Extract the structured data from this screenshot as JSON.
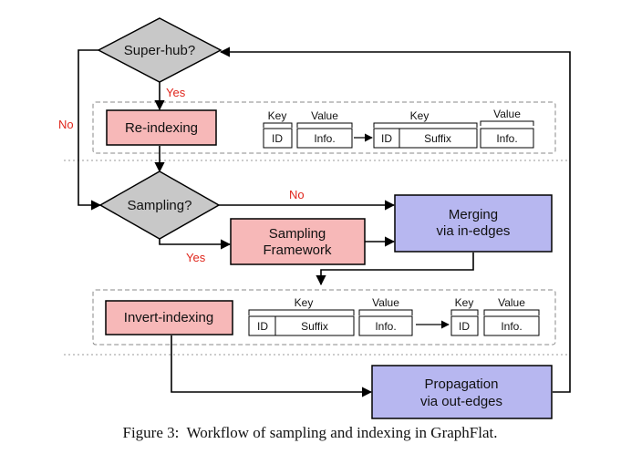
{
  "nodes": {
    "super_hub": "Super-hub?",
    "re_indexing": "Re-indexing",
    "sampling_decision": "Sampling?",
    "sampling_framework_line1": "Sampling",
    "sampling_framework_line2": "Framework",
    "merging_line1": "Merging",
    "merging_line2": "via in-edges",
    "invert_indexing": "Invert-indexing",
    "propagation_line1": "Propagation",
    "propagation_line2": "via out-edges"
  },
  "edge_labels": {
    "super_hub_yes": "Yes",
    "super_hub_no": "No",
    "sampling_no": "No",
    "sampling_yes": "Yes"
  },
  "reindex_panel": {
    "left_key": "Key",
    "left_value": "Value",
    "left_cells": [
      "ID",
      "Info."
    ],
    "right_key": "Key",
    "right_value": "Value",
    "right_cells": [
      "ID",
      "Suffix",
      "Info."
    ]
  },
  "invert_panel": {
    "left_key": "Key",
    "left_value": "Value",
    "left_cells": [
      "ID",
      "Suffix",
      "Info."
    ],
    "right_key": "Key",
    "right_value": "Value",
    "right_cells": [
      "ID",
      "Info."
    ]
  },
  "caption": "Figure 3:  Workflow of sampling and indexing in GraphFlat.",
  "colors": {
    "decision_fill": "#c8c8c8",
    "process_red": "#f7b8b8",
    "process_blue": "#b7b7f0",
    "label_red": "#e0261c"
  }
}
